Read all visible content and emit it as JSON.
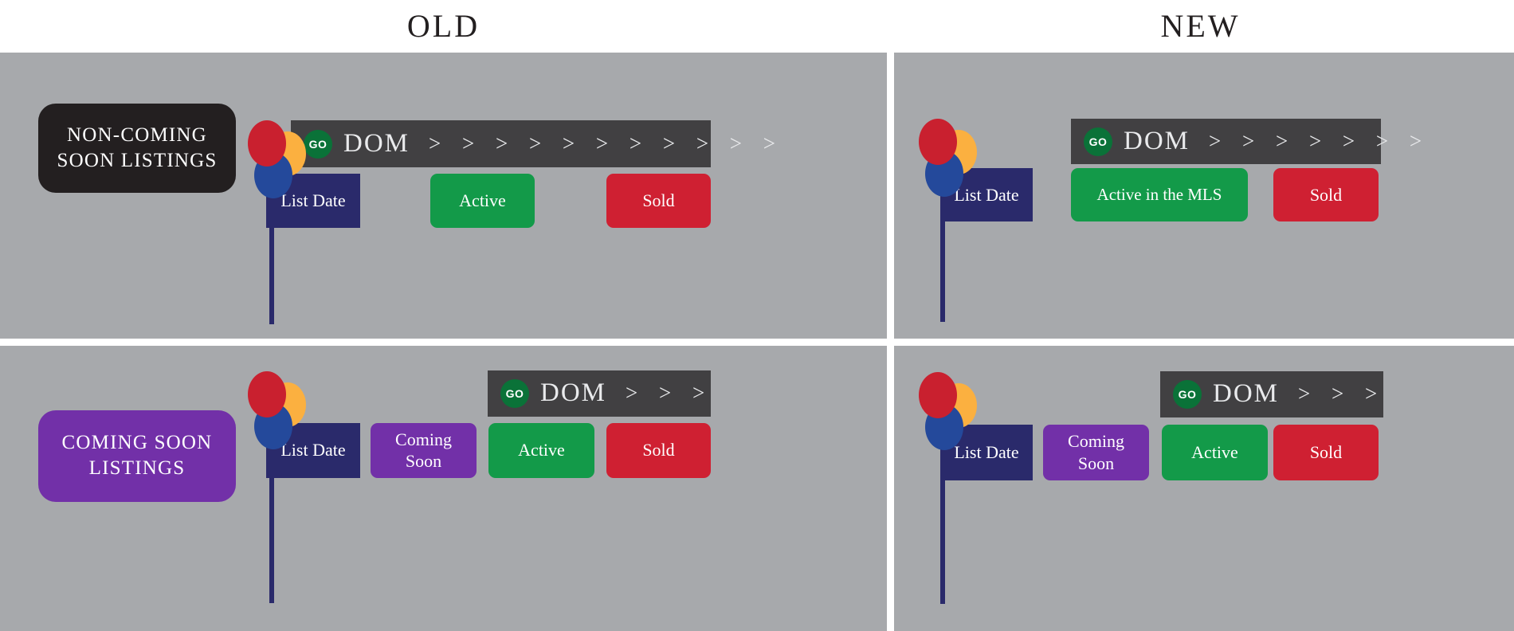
{
  "header": {
    "old_title": "OLD",
    "new_title": "NEW"
  },
  "colors": {
    "panel_bg": "#a7a9ac",
    "page_bg": "#ffffff",
    "dom_bar": "#414042",
    "go_badge": "#0a7238",
    "non_coming_soon_pill": "#231f20",
    "coming_soon_pill": "#7230a8",
    "list_date": "#2a2a6b",
    "coming_soon_chip": "#7230a8",
    "active_chip": "#139a49",
    "sold_chip": "#cf2032",
    "balloon_red": "#c9202f",
    "balloon_orange": "#fbb040",
    "balloon_blue": "#24499b",
    "pole": "#2a2a6b",
    "title_text": "#231f20"
  },
  "panels": [
    {
      "id": "old-non-coming-soon",
      "category_label": "NON-COMING SOON LISTINGS",
      "dom": {
        "go_label": "GO",
        "label": "DOM",
        "arrows": "> > > > > > > > > > >",
        "arrow_count": 11
      },
      "list_date_label": "List Date",
      "chips": [
        {
          "name": "active",
          "label": "Active"
        },
        {
          "name": "sold",
          "label": "Sold"
        }
      ]
    },
    {
      "id": "new-non-coming-soon",
      "category_label": "",
      "dom": {
        "go_label": "GO",
        "label": "DOM",
        "arrows": "> > > > > > >",
        "arrow_count": 7
      },
      "list_date_label": "List Date",
      "chips": [
        {
          "name": "active-in-the-mls",
          "label": "Active in the MLS"
        },
        {
          "name": "sold",
          "label": "Sold"
        }
      ]
    },
    {
      "id": "old-coming-soon",
      "category_label": "COMING SOON LISTINGS",
      "dom": {
        "go_label": "GO",
        "label": "DOM",
        "arrows": "> > >",
        "arrow_count": 3
      },
      "list_date_label": "List Date",
      "chips": [
        {
          "name": "coming-soon",
          "label": "Coming Soon"
        },
        {
          "name": "active",
          "label": "Active"
        },
        {
          "name": "sold",
          "label": "Sold"
        }
      ]
    },
    {
      "id": "new-coming-soon",
      "category_label": "",
      "dom": {
        "go_label": "GO",
        "label": "DOM",
        "arrows": "> > >",
        "arrow_count": 3
      },
      "list_date_label": "List Date",
      "chips": [
        {
          "name": "coming-soon",
          "label": "Coming Soon"
        },
        {
          "name": "active",
          "label": "Active"
        },
        {
          "name": "sold",
          "label": "Sold"
        }
      ]
    }
  ]
}
